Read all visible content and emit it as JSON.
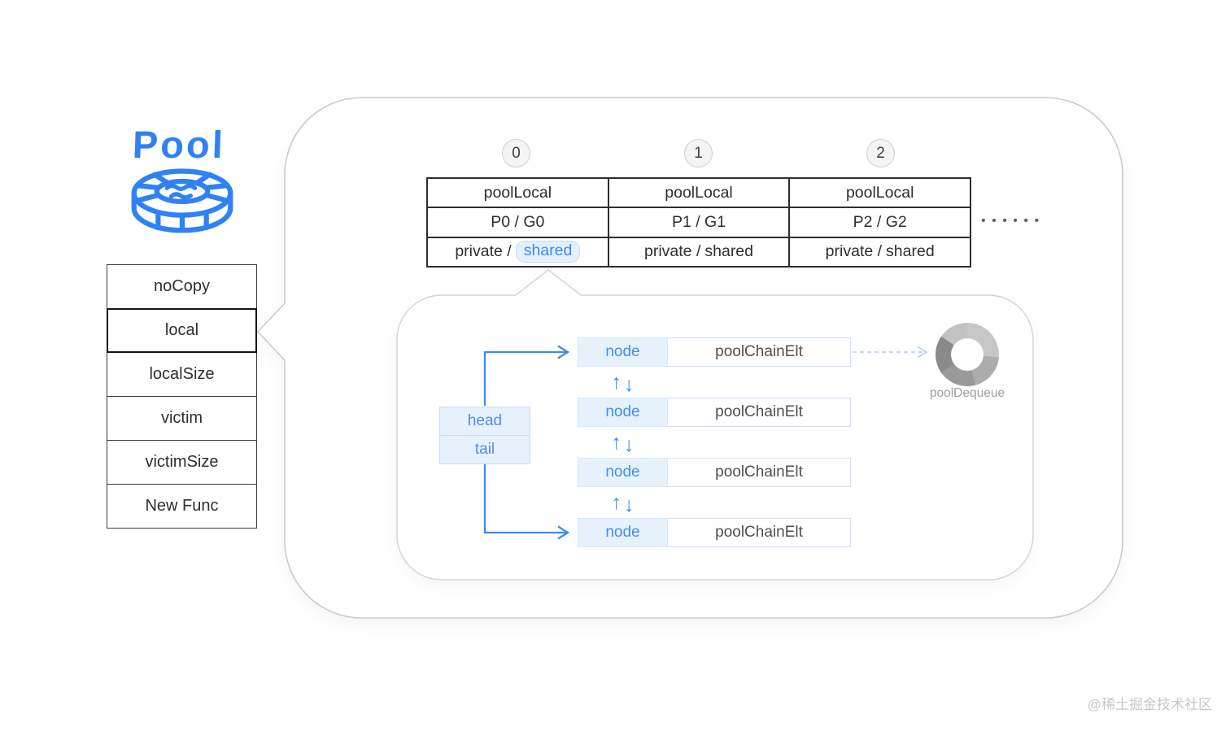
{
  "logo": {
    "text": "Pool"
  },
  "pool_struct": {
    "rows": [
      "noCopy",
      "local",
      "localSize",
      "victim",
      "victimSize",
      "New Func"
    ],
    "highlighted_row": "local"
  },
  "pool_local_table": {
    "columns": [
      {
        "index": "0",
        "header": "poolLocal",
        "pg": "P0 / G0",
        "private_label": "private /",
        "shared_label": "shared",
        "shared_highlighted": true
      },
      {
        "index": "1",
        "header": "poolLocal",
        "pg": "P1 / G1",
        "private_label": "private /",
        "shared_label": "shared",
        "shared_highlighted": false
      },
      {
        "index": "2",
        "header": "poolLocal",
        "pg": "P2 / G2",
        "private_label": "private /",
        "shared_label": "shared",
        "shared_highlighted": false
      }
    ],
    "ellipsis": "••••••"
  },
  "shared_detail": {
    "head_label": "head",
    "tail_label": "tail",
    "nodes": [
      {
        "node": "node",
        "elt": "poolChainElt"
      },
      {
        "node": "node",
        "elt": "poolChainElt"
      },
      {
        "node": "node",
        "elt": "poolChainElt"
      },
      {
        "node": "node",
        "elt": "poolChainElt"
      }
    ],
    "up_glyph": "↑",
    "down_glyph": "↓",
    "dequeue_label": "poolDequeue"
  },
  "watermark": "@稀土掘金技术社区",
  "colors": {
    "accent_blue": "#3e8bf0",
    "logo_blue": "#2f82f5",
    "light_blue_fill": "#e7f1fc",
    "light_blue_border": "#cde2f7",
    "table_border": "#2e2e2e",
    "bubble_border": "#cbcbcb",
    "donut_gray": "#9a9a9a"
  }
}
